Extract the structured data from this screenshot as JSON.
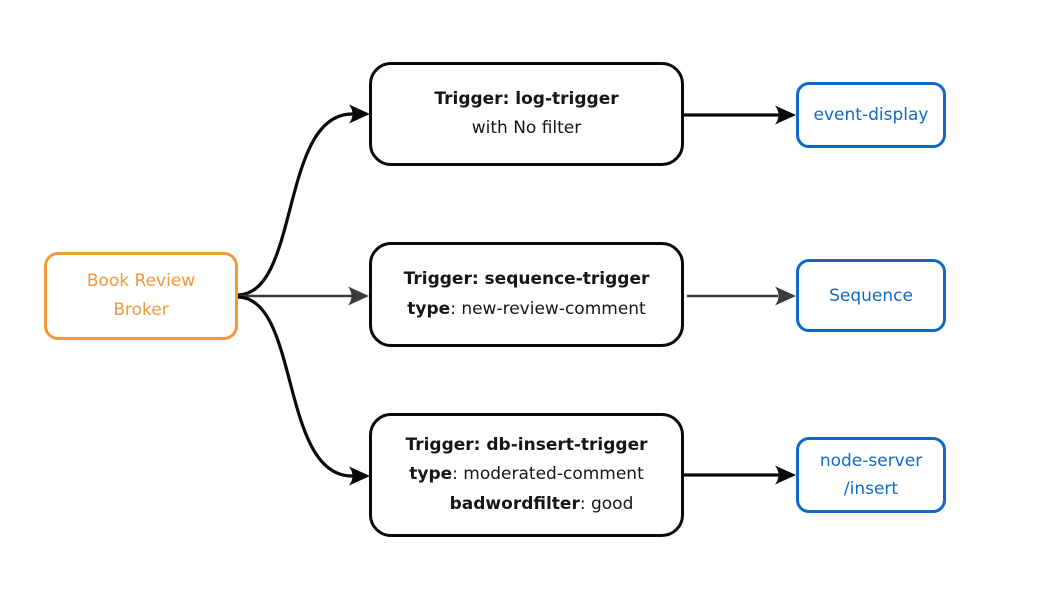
{
  "colors": {
    "orange": "#F2993B",
    "blue": "#1069C6",
    "edge_black": "#0A0A0A",
    "edge_gray": "#3B3B3B",
    "text_dark": "#161616",
    "bg": "#FFFFFF"
  },
  "broker": {
    "lines": [
      "Book Review",
      "Broker"
    ]
  },
  "triggers": [
    {
      "title": "Trigger: log-trigger",
      "lines": [
        {
          "bold": "",
          "rest": "with No filter"
        }
      ]
    },
    {
      "title": "Trigger: sequence-trigger",
      "lines": [
        {
          "bold": "type",
          "rest": ": new-review-comment"
        }
      ]
    },
    {
      "title": "Trigger: db-insert-trigger",
      "lines": [
        {
          "bold": "type",
          "rest": ": moderated-comment"
        },
        {
          "bold": "badwordfilter",
          "rest": ": good"
        }
      ]
    }
  ],
  "sinks": [
    {
      "lines": [
        "event-display"
      ]
    },
    {
      "lines": [
        "Sequence"
      ]
    },
    {
      "lines": [
        "node-server",
        "/insert"
      ]
    }
  ]
}
